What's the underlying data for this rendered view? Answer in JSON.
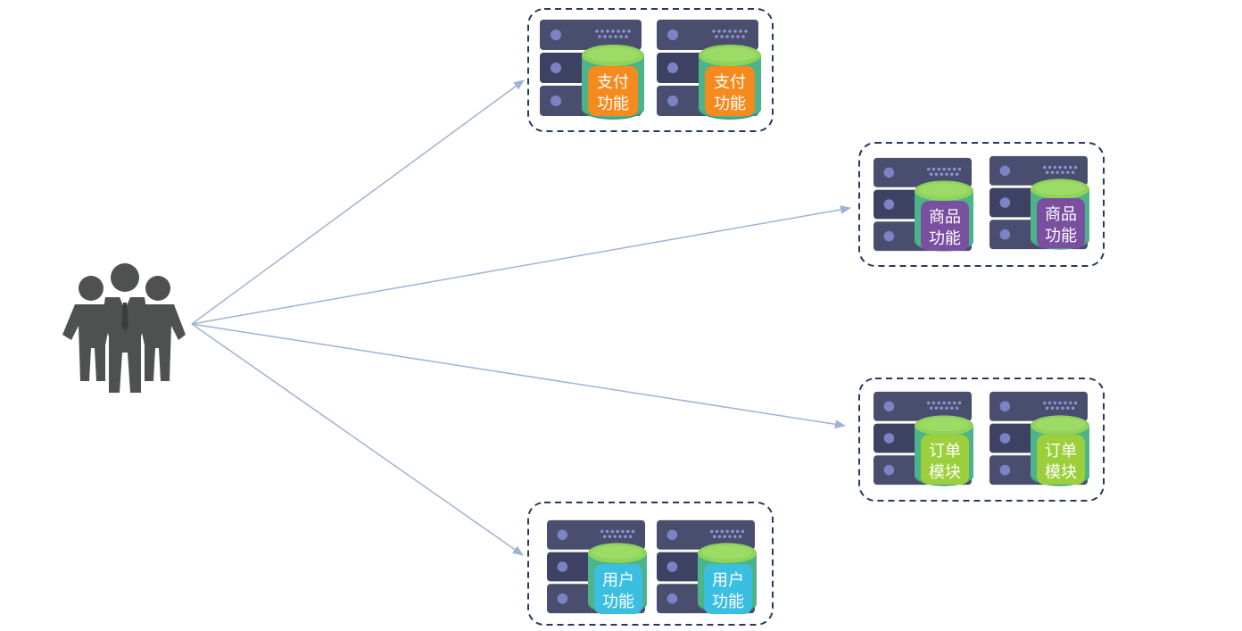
{
  "colors": {
    "arrow": "#9db3d5",
    "group_border": "#243a5e",
    "server_dark": "#4a4e6e",
    "server_mid": "#5b607f",
    "server_dot": "#7b83c6",
    "cylinder_top": "#8fd35c",
    "cylinder_body": "#4db38a",
    "people": "#4f5150"
  },
  "icons": {
    "users": "user-group-icon",
    "server": "server-rack-icon",
    "database": "database-cylinder-icon"
  },
  "groups": [
    {
      "id": "payment",
      "label_line1": "支付",
      "label_line2": "功能",
      "badge_color": "#f58a1f"
    },
    {
      "id": "product",
      "label_line1": "商品",
      "label_line2": "功能",
      "badge_color": "#7a4fa0"
    },
    {
      "id": "order",
      "label_line1": "订单",
      "label_line2": "模块",
      "badge_color": "#9ccf3c"
    },
    {
      "id": "user",
      "label_line1": "用户",
      "label_line2": "功能",
      "badge_color": "#3bbfe0"
    }
  ]
}
